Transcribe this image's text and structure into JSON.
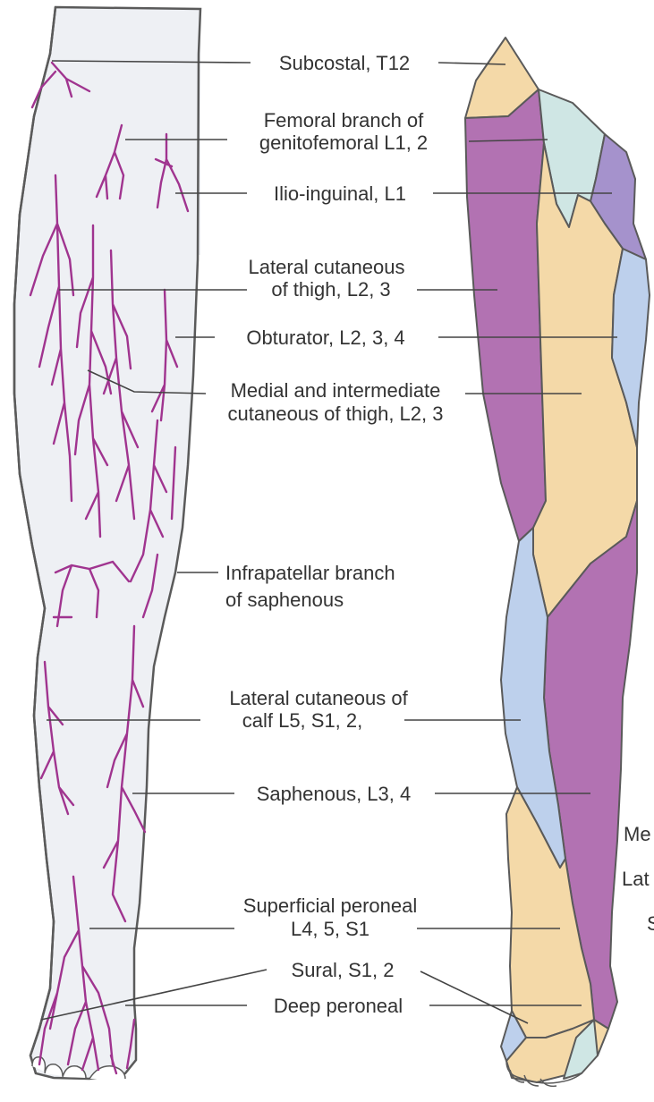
{
  "colors": {
    "outline": "#5a5a5a",
    "leader": "#444444",
    "nerve": "#a0348f",
    "skin_left": "#eceef3",
    "zone_purple": "#b272b2",
    "zone_tan": "#f4d9a8",
    "zone_blue": "#bdd0ec",
    "zone_mint": "#cfe6e4",
    "zone_lavender": "#a592cc"
  },
  "labels": {
    "subcostal": "Subcostal, T12",
    "femoral_branch_1": "Femoral branch of",
    "femoral_branch_2": "genitofemoral L1, 2",
    "ilioinguinal": "Ilio-inguinal, L1",
    "lateral_thigh_1": "Lateral cutaneous",
    "lateral_thigh_2": "of thigh, L2, 3",
    "obturator": "Obturator, L2, 3, 4",
    "medial_thigh_1": "Medial and intermediate",
    "medial_thigh_2": "cutaneous of thigh, L2, 3",
    "infrapatellar_1": "Infrapatellar branch",
    "infrapatellar_2": "of saphenous",
    "lateral_calf_1": "Lateral cutaneous of",
    "lateral_calf_2": "calf L5, S1, 2,",
    "saphenous": "Saphenous, L3, 4",
    "superficial_peroneal_1": "Superficial peroneal",
    "superficial_peroneal_2": "L4, 5, S1",
    "sural": "Sural, S1, 2",
    "deep_peroneal": "Deep peroneal",
    "cut_off_1": "Me",
    "cut_off_2": "Lat",
    "cut_off_3": "S"
  }
}
